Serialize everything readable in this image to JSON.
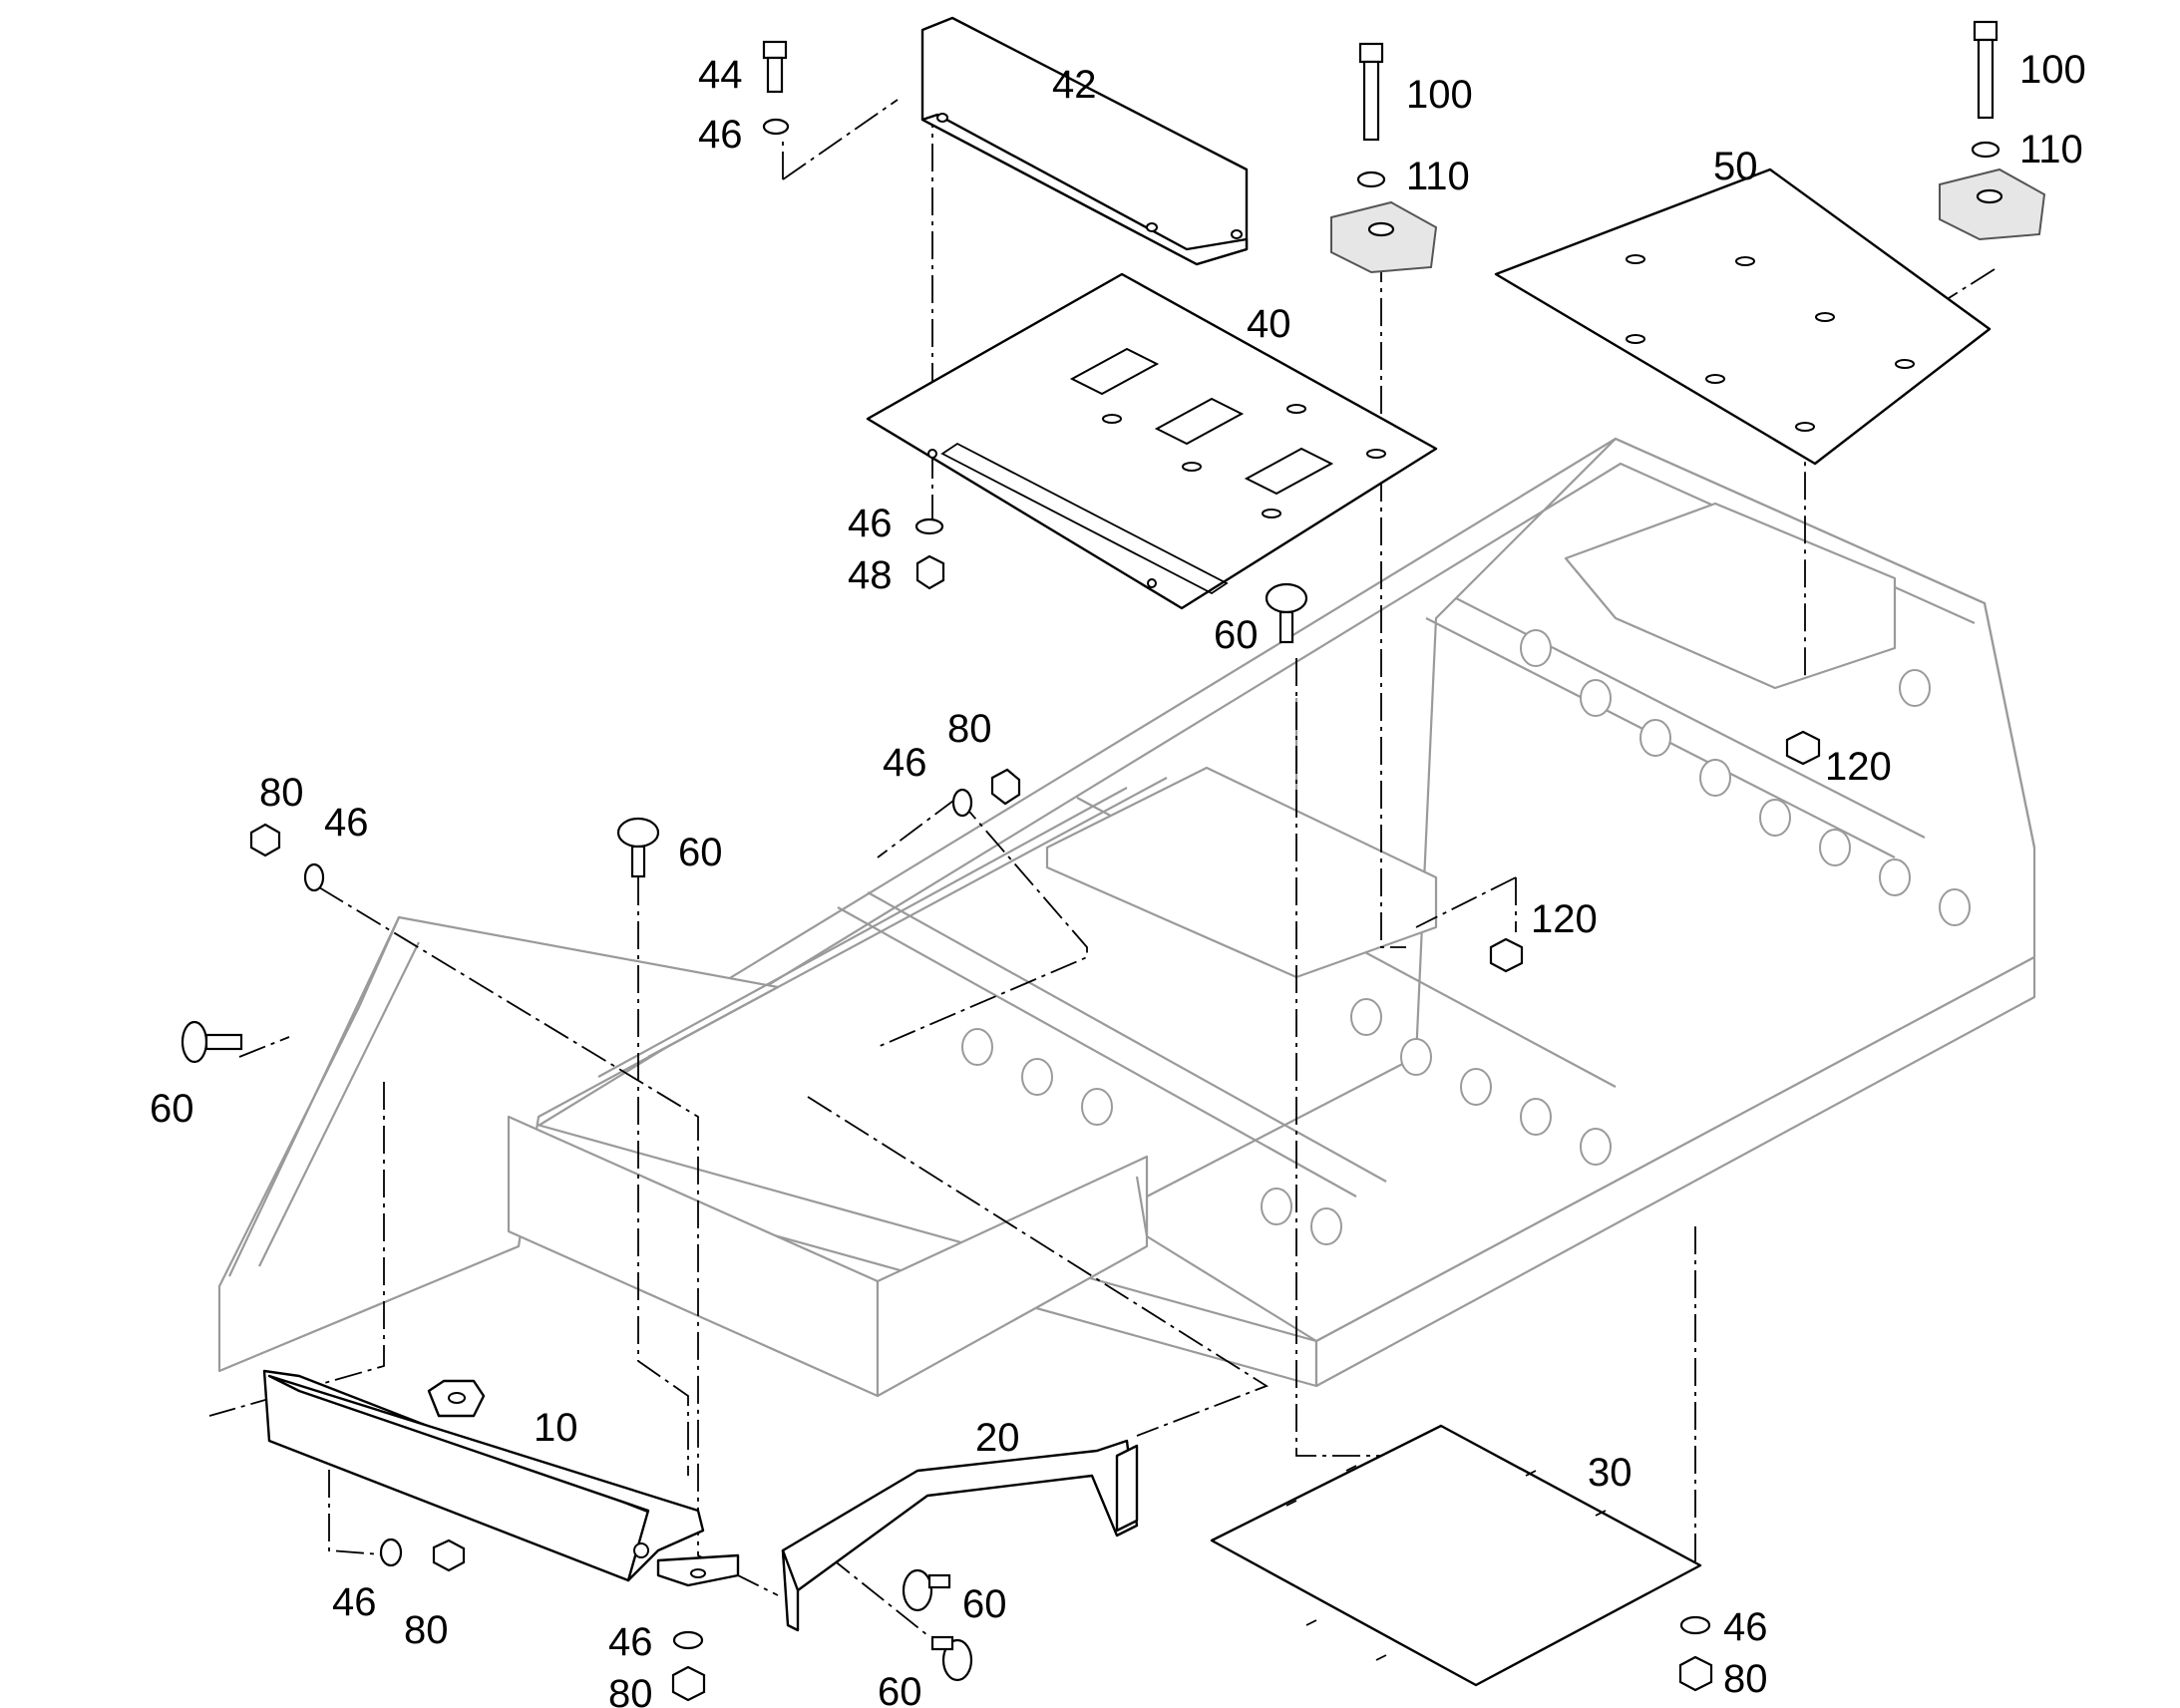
{
  "diagram": {
    "type": "exploded parts diagram",
    "callouts": [
      {
        "id": "c-44",
        "text": "44"
      },
      {
        "id": "c-46-top",
        "text": "46"
      },
      {
        "id": "c-42",
        "text": "42"
      },
      {
        "id": "c-100-a",
        "text": "100"
      },
      {
        "id": "c-110-a",
        "text": "110"
      },
      {
        "id": "c-100-b",
        "text": "100"
      },
      {
        "id": "c-110-b",
        "text": "110"
      },
      {
        "id": "c-50",
        "text": "50"
      },
      {
        "id": "c-40",
        "text": "40"
      },
      {
        "id": "c-46-mid",
        "text": "46"
      },
      {
        "id": "c-48",
        "text": "48"
      },
      {
        "id": "c-60-center",
        "text": "60"
      },
      {
        "id": "c-80-mid",
        "text": "80"
      },
      {
        "id": "c-46-mid2",
        "text": "46"
      },
      {
        "id": "c-120-a",
        "text": "120"
      },
      {
        "id": "c-80-left",
        "text": "80"
      },
      {
        "id": "c-46-left",
        "text": "46"
      },
      {
        "id": "c-60-left-top",
        "text": "60"
      },
      {
        "id": "c-120-b",
        "text": "120"
      },
      {
        "id": "c-60-left",
        "text": "60"
      },
      {
        "id": "c-10",
        "text": "10"
      },
      {
        "id": "c-20",
        "text": "20"
      },
      {
        "id": "c-30",
        "text": "30"
      },
      {
        "id": "c-46-bl",
        "text": "46"
      },
      {
        "id": "c-80-bl",
        "text": "80"
      },
      {
        "id": "c-46-bc",
        "text": "46"
      },
      {
        "id": "c-80-bc",
        "text": "80"
      },
      {
        "id": "c-60-bc1",
        "text": "60"
      },
      {
        "id": "c-60-bc2",
        "text": "60"
      },
      {
        "id": "c-46-br",
        "text": "46"
      },
      {
        "id": "c-80-br",
        "text": "80"
      }
    ]
  }
}
